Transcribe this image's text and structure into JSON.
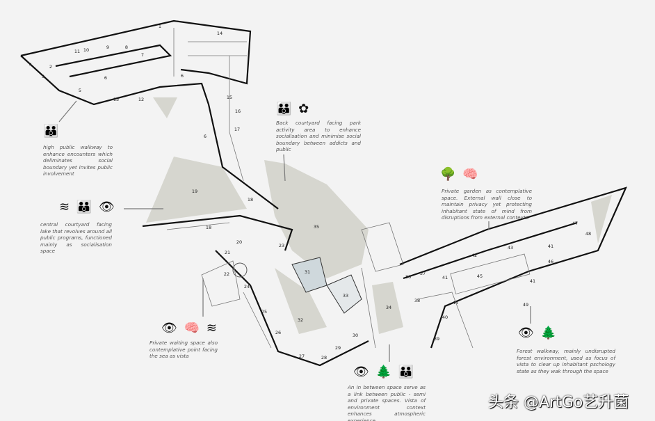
{
  "rooms": [
    "1",
    "2",
    "3",
    "4",
    "5",
    "6",
    "6",
    "6",
    "7",
    "8",
    "9",
    "10",
    "11",
    "12",
    "13",
    "14",
    "15",
    "16",
    "17",
    "18",
    "18",
    "19",
    "20",
    "21",
    "22",
    "23",
    "24",
    "25",
    "26",
    "27",
    "28",
    "29",
    "30",
    "31",
    "32",
    "33",
    "34",
    "35",
    "36",
    "37",
    "38",
    "39",
    "40",
    "41",
    "41",
    "41",
    "42",
    "43",
    "44",
    "45",
    "46",
    "47",
    "48",
    "49"
  ],
  "annotations": [
    {
      "icons": [
        "people-icon"
      ],
      "glyphs": "👪",
      "text": "high public walkway to enhance encounters which deliminates social boundary yet invites public involvement"
    },
    {
      "icons": [
        "waves-icon",
        "people-icon",
        "eye-icon"
      ],
      "glyphs": "≋ 👪 👁",
      "text": "central courtyard facing lake that revolves around all public programs, functioned mainly as socialisation space"
    },
    {
      "icons": [
        "people-icon",
        "park-icon"
      ],
      "glyphs": "👪 ✿",
      "text": "Back courtyard facing park activity area to enhance socialisation and minimise social boundary between addicts and public"
    },
    {
      "icons": [
        "tree-icon",
        "brain-icon"
      ],
      "glyphs": "🌳 🧠",
      "text": "Private garden as contemplative space. External wall close to maintain privacy yet protecting inhabitant state of mind from disruptions from external contexts."
    },
    {
      "icons": [
        "eye-icon",
        "brain-icon",
        "waves-icon"
      ],
      "glyphs": "👁 🧠 ≋",
      "text": "Private waiting space also contemplative point facing the sea as vista"
    },
    {
      "icons": [
        "eye-icon",
        "forest-icon",
        "people-icon"
      ],
      "glyphs": "👁 🌲 👪",
      "text": "An in between space serve as a link between public - semi and private spaces. Vista of environment context enhances atmospheric experience"
    },
    {
      "icons": [
        "eye-icon",
        "forest-icon"
      ],
      "glyphs": "👁 🌲",
      "text": "Forest walkway, mainly undisrupted forest environment, used as focus of vista to clear up inhabitant pschology state as they wak through the space"
    }
  ],
  "watermark": "头条 @ArtGo艺升菌",
  "colors": {
    "court": "#d6d6cf",
    "wall": "#111111",
    "background": "#f3f3f3",
    "water": "#cfd8dc"
  }
}
